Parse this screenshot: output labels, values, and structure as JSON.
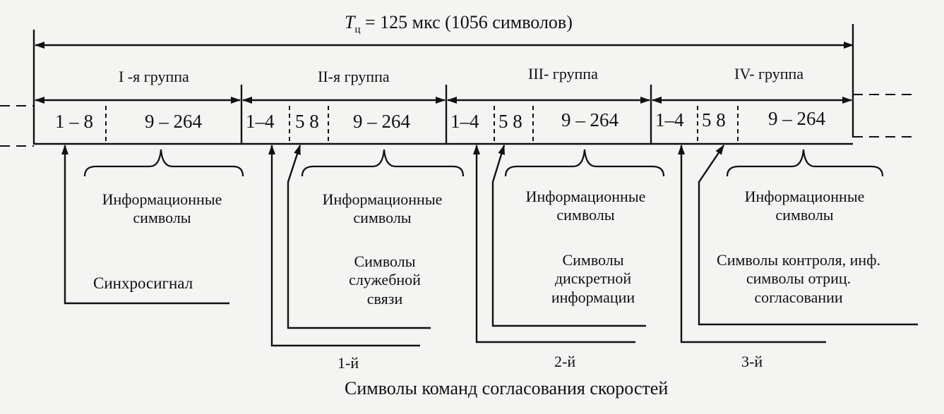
{
  "title": "Tц = 125 мкс (1056 символов)",
  "title_main": "T",
  "title_sub": "ц",
  "title_rest": " = 125 мкс (1056 символов)",
  "groups": [
    "I -я группа",
    "II-я группа",
    "III- группа",
    "IV- группа"
  ],
  "cells": {
    "g1": [
      "1 – 8",
      "9 – 264"
    ],
    "g2": [
      "1–4",
      "5 8",
      "9 – 264"
    ],
    "g3": [
      "1–4",
      "5 8",
      "9 – 264"
    ],
    "g4": [
      "1–4",
      "5 8",
      "9 – 264"
    ]
  },
  "info_symbols": "Информационные символы",
  "sync_signal": "Синхросигнал",
  "notes": {
    "g2": "Символы служебной связи",
    "g3": "Символы дискретной информации",
    "g4": "Символы контроля, инф. символы отриц. согласовании"
  },
  "bottom_labels": [
    "1-й",
    "2-й",
    "3-й"
  ],
  "caption": "Символы команд согласования скоростей"
}
